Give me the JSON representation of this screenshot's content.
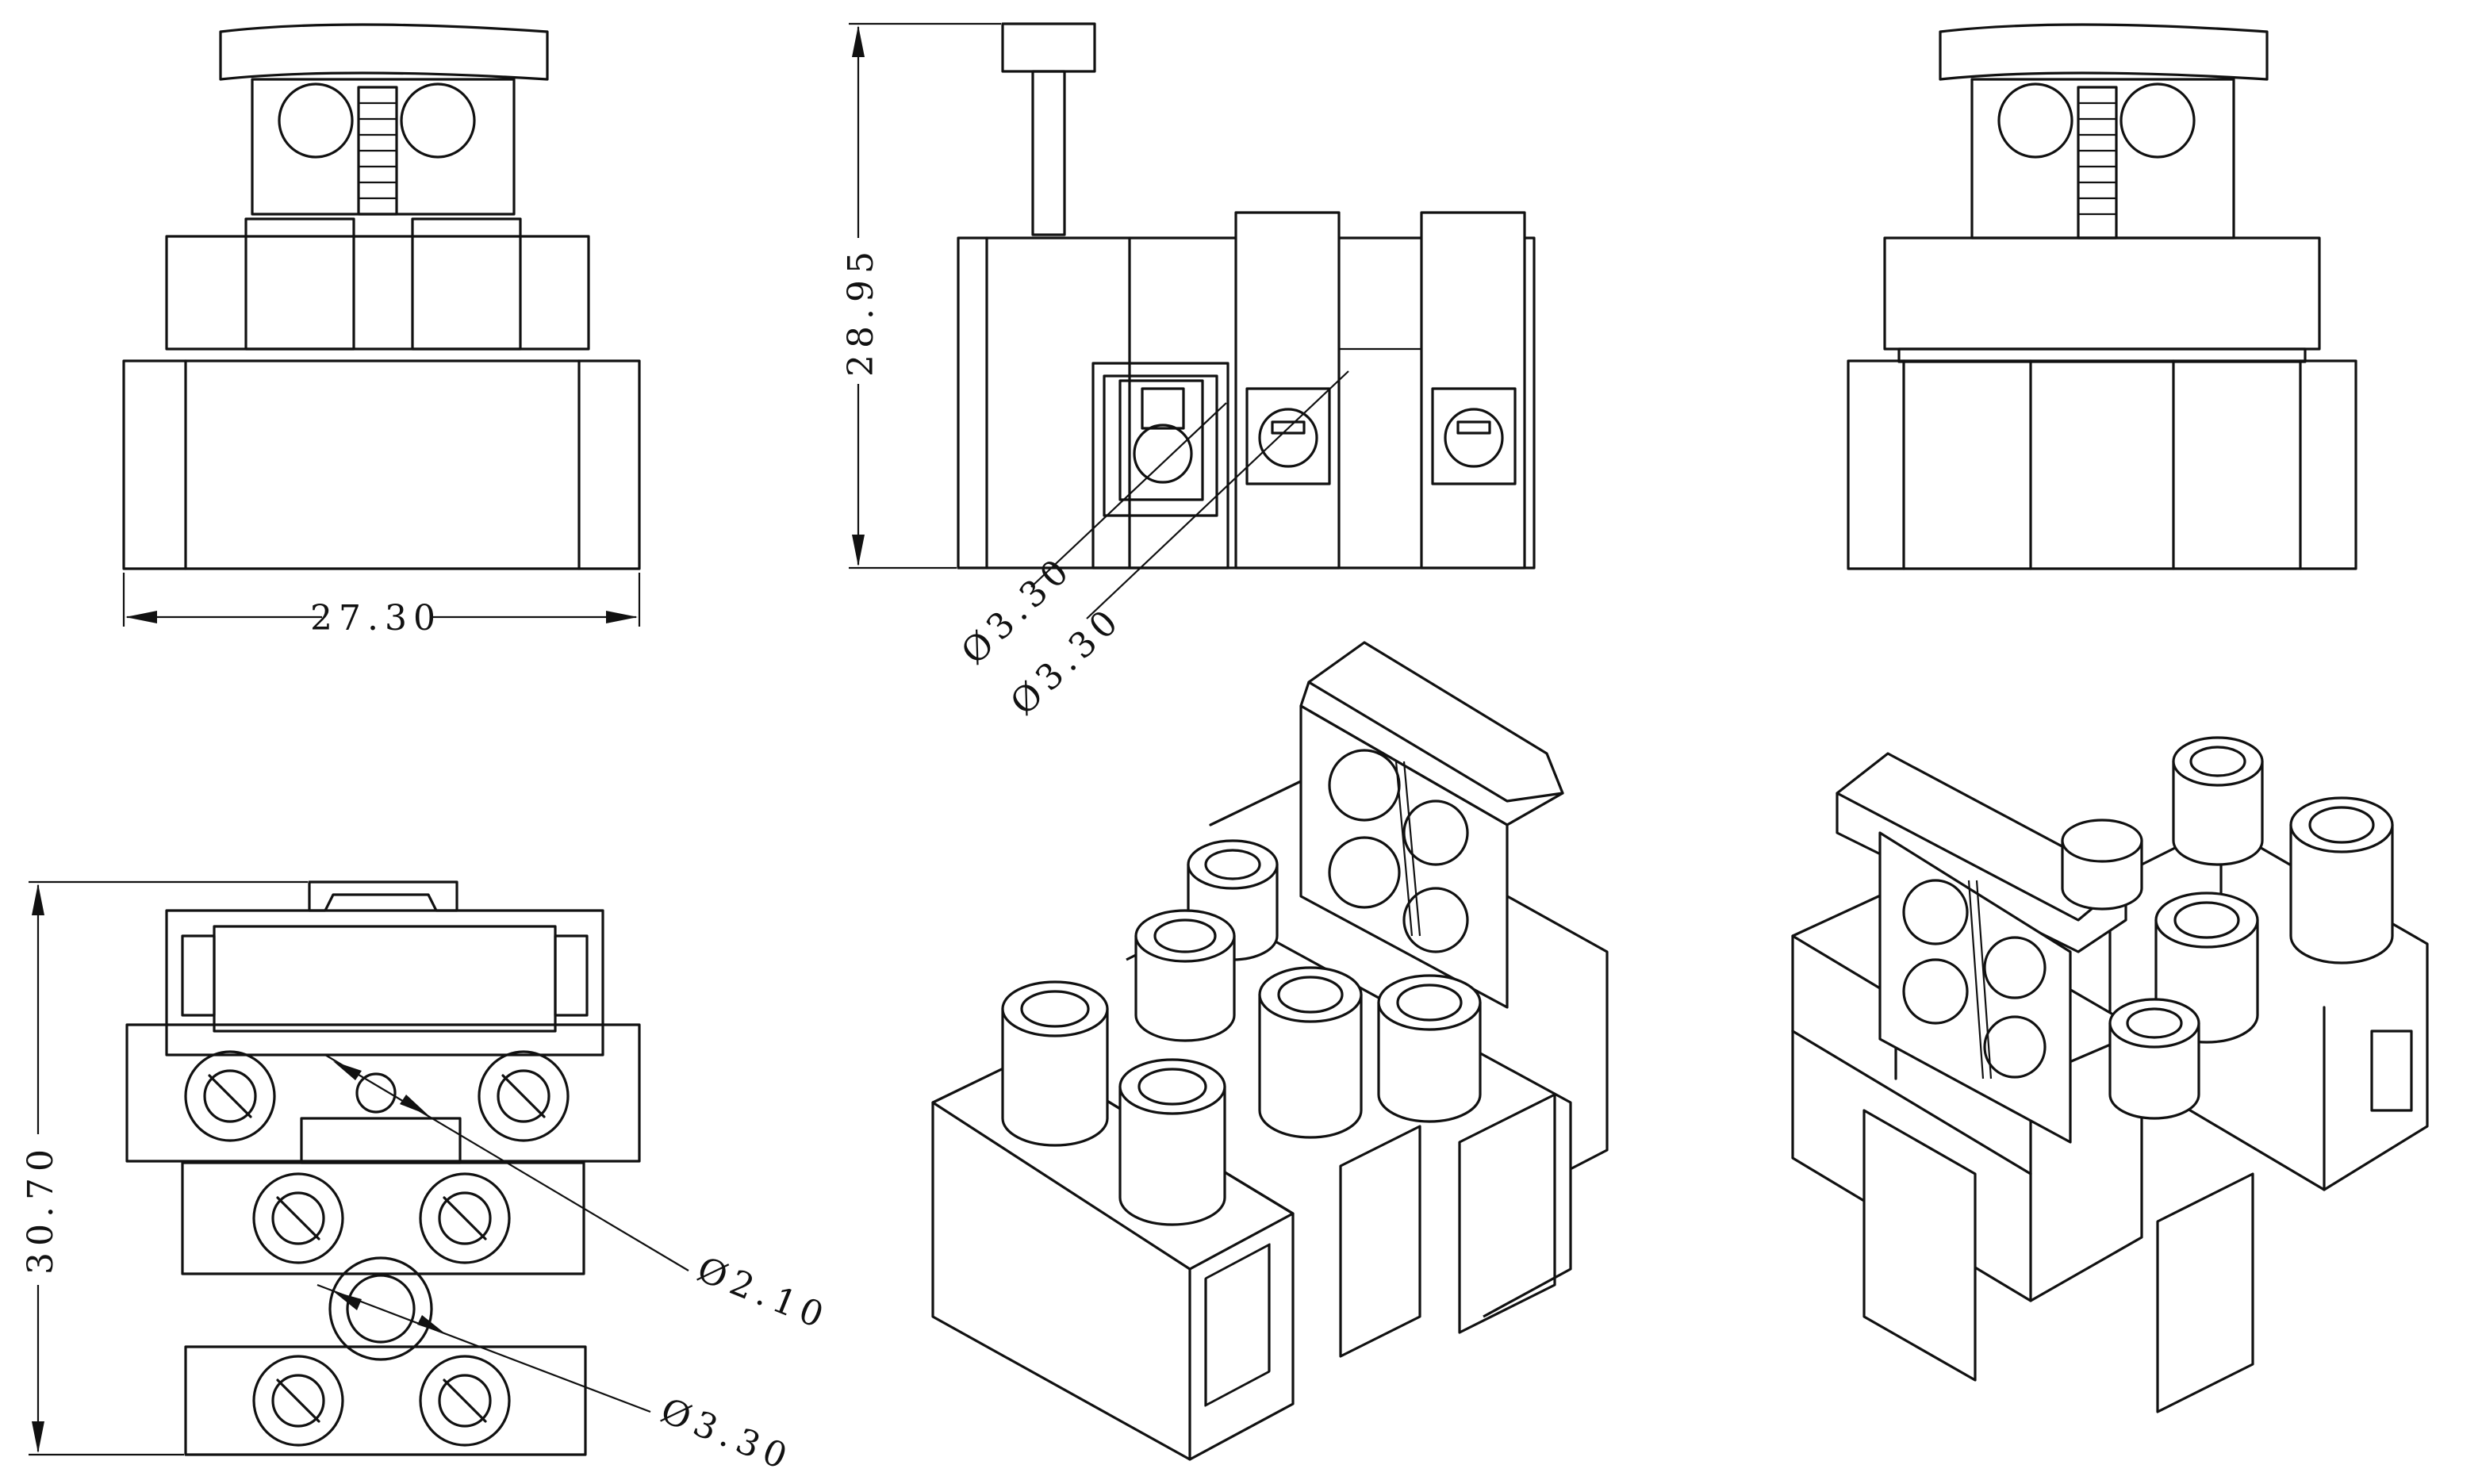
{
  "dimensions": {
    "front_width": "27.30",
    "side_height": "28.95",
    "side_hole_1": "Ø3.30",
    "side_hole_2": "Ø3.30",
    "top_height": "30.70",
    "top_hole_small": "Ø2.10",
    "top_hole_large": "Ø3.30"
  }
}
